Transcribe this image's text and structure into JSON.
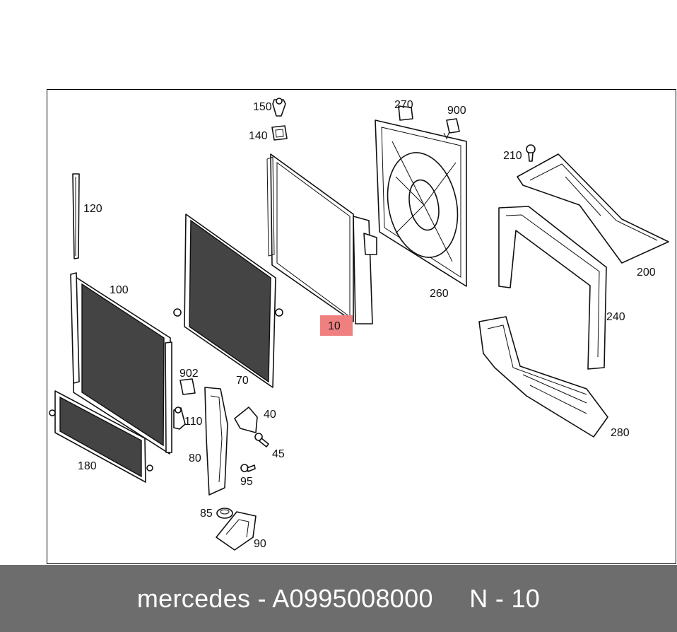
{
  "labels": {
    "p10": "10",
    "p40": "40",
    "p45": "45",
    "p70": "70",
    "p80": "80",
    "p85": "85",
    "p90": "90",
    "p95": "95",
    "p100": "100",
    "p110": "110",
    "p120": "120",
    "p140": "140",
    "p150": "150",
    "p180": "180",
    "p200": "200",
    "p210": "210",
    "p240": "240",
    "p260": "260",
    "p270": "270",
    "p280": "280",
    "p900": "900",
    "p902": "902"
  },
  "highlight_color": "#f08080",
  "footer": {
    "text": "mercedes - A0995008000     N - 10"
  }
}
